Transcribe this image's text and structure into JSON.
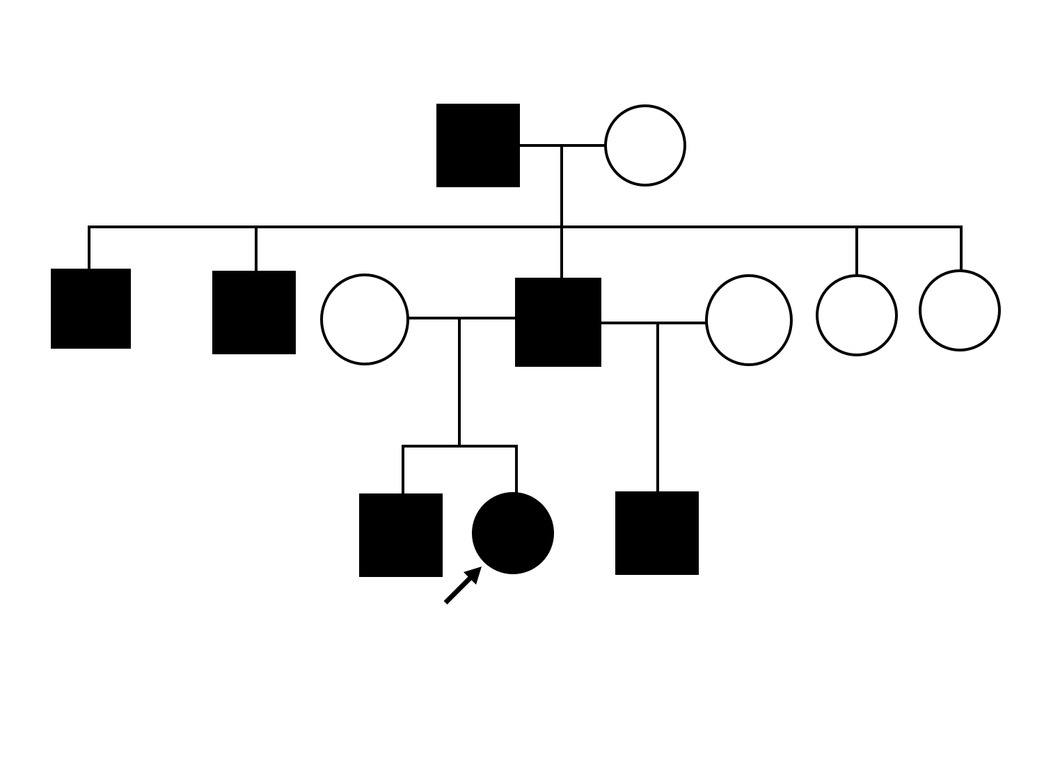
{
  "diagram": {
    "type": "pedigree",
    "generations": [
      {
        "generation": 1,
        "individuals": [
          {
            "id": "gen1-father",
            "sex": "male",
            "affected": true
          },
          {
            "id": "gen1-mother",
            "sex": "female",
            "affected": false
          }
        ]
      },
      {
        "generation": 2,
        "individuals": [
          {
            "id": "gen2-son-1",
            "sex": "male",
            "affected": true
          },
          {
            "id": "gen2-son-2",
            "sex": "male",
            "affected": true
          },
          {
            "id": "gen2-spouse-left",
            "sex": "female",
            "affected": false,
            "married_in": true
          },
          {
            "id": "gen2-son-3",
            "sex": "male",
            "affected": true
          },
          {
            "id": "gen2-spouse-right",
            "sex": "female",
            "affected": false,
            "married_in": true
          },
          {
            "id": "gen2-daughter-1",
            "sex": "female",
            "affected": false
          },
          {
            "id": "gen2-daughter-2",
            "sex": "female",
            "affected": false
          }
        ]
      },
      {
        "generation": 3,
        "individuals": [
          {
            "id": "gen3-son-1",
            "sex": "male",
            "affected": true
          },
          {
            "id": "gen3-proband-daughter",
            "sex": "female",
            "affected": true,
            "proband": true
          },
          {
            "id": "gen3-son-2",
            "sex": "male",
            "affected": true
          }
        ]
      }
    ],
    "matings": [
      {
        "partners": [
          "gen1-father",
          "gen1-mother"
        ],
        "children": [
          "gen2-son-1",
          "gen2-son-2",
          "gen2-son-3",
          "gen2-daughter-1",
          "gen2-daughter-2"
        ]
      },
      {
        "partners": [
          "gen2-son-3",
          "gen2-spouse-left"
        ],
        "children": [
          "gen3-son-1",
          "gen3-proband-daughter"
        ]
      },
      {
        "partners": [
          "gen2-son-3",
          "gen2-spouse-right"
        ],
        "children": [
          "gen3-son-2"
        ]
      }
    ],
    "colors": {
      "affected": "#000000",
      "unaffected": "#ffffff",
      "line": "#000000"
    }
  }
}
